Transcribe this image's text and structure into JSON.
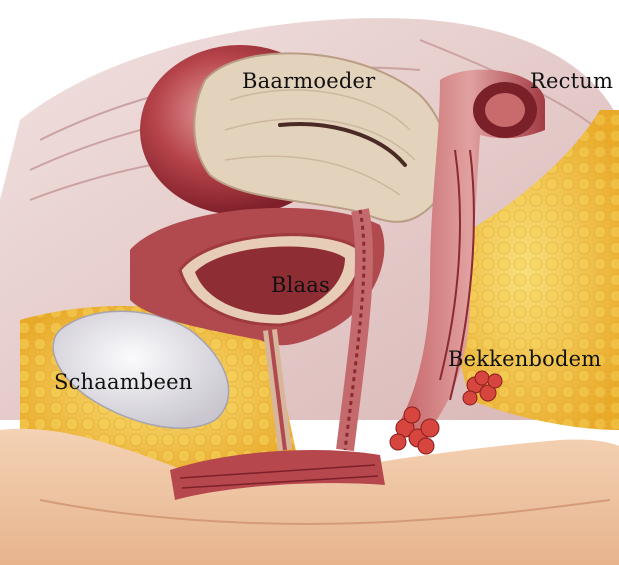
{
  "illustration": {
    "subject": "anatomy-illustration",
    "labels": {
      "uterus": "Baarmoeder",
      "rectum": "Rectum",
      "bladder": "Blaas",
      "pubic_bone": "Schaambeen",
      "pelvic_floor": "Bekkenbodem"
    },
    "colors": {
      "skin": "#f0c9a8",
      "fat": "#f2c23c",
      "muscle": "#b84a4e",
      "uterus_wall": "#e6d6c1",
      "bone": "#e8e6ea",
      "background": "#ffffff"
    }
  }
}
